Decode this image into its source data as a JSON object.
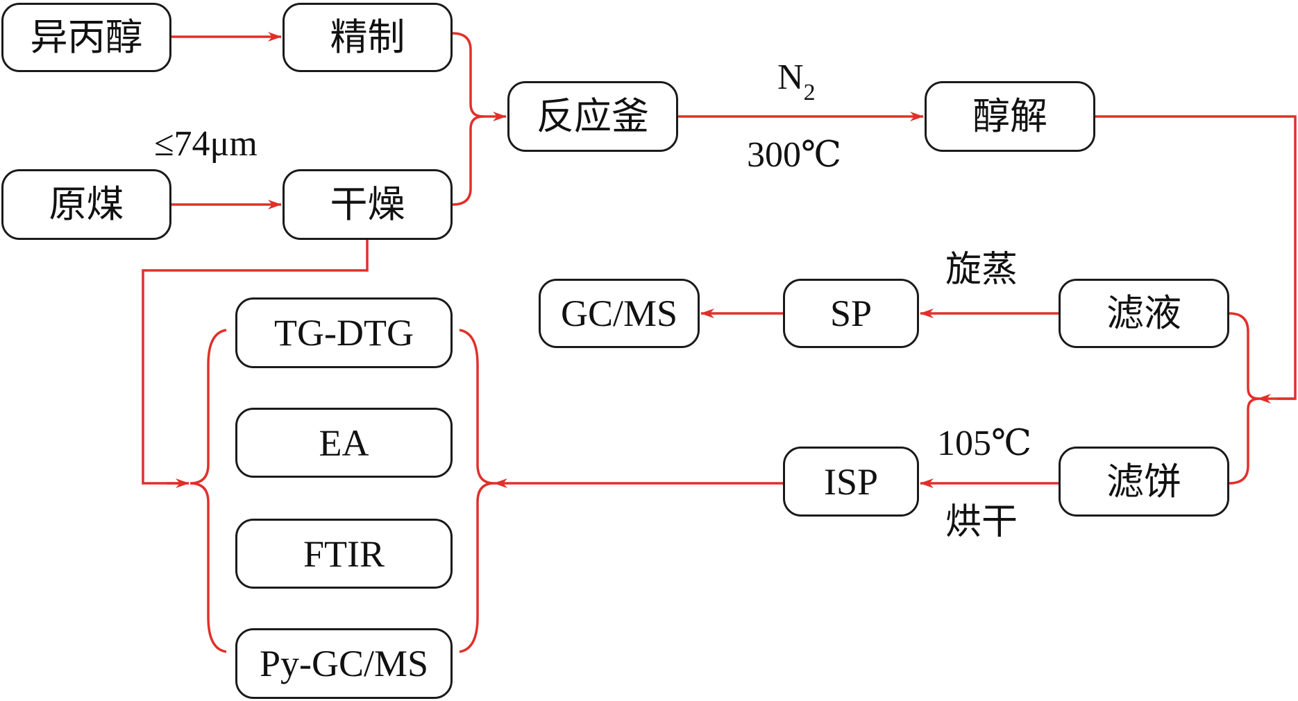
{
  "diagram": {
    "type": "process-flowchart",
    "arrow_color": "#e0302a",
    "box_border_color": "#1a1a1a",
    "nodes": {
      "isopropanol": "异丙醇",
      "refine": "精制",
      "raw_coal": "原煤",
      "dry": "干燥",
      "reactor": "反应釜",
      "alcoholysis": "醇解",
      "filtrate": "滤液",
      "filter_cake": "滤饼",
      "sp": "SP",
      "isp": "ISP",
      "gcms": "GC/MS",
      "tg_dtg": "TG-DTG",
      "ea": "EA",
      "ftir": "FTIR",
      "py_gcms": "Py-GC/MS"
    },
    "labels": {
      "particle_size": "≤74μm",
      "gas_main": "N",
      "gas_sub": "2",
      "reaction_temp": "300℃",
      "rotary_evap": "旋蒸",
      "dry_temp": "105℃",
      "oven_dry": "烘干"
    },
    "edges": [
      {
        "from": "异丙醇",
        "to": "精制"
      },
      {
        "from": "原煤",
        "to": "干燥",
        "label": "≤74μm"
      },
      {
        "from": "精制",
        "to": "反应釜"
      },
      {
        "from": "干燥",
        "to": "反应釜"
      },
      {
        "from": "反应釜",
        "to": "醇解",
        "label": "N2, 300℃"
      },
      {
        "from": "醇解",
        "to": "滤液/滤饼"
      },
      {
        "from": "滤液",
        "to": "SP",
        "label": "旋蒸"
      },
      {
        "from": "SP",
        "to": "GC/MS"
      },
      {
        "from": "滤饼",
        "to": "ISP",
        "label": "105℃ 烘干"
      },
      {
        "from": "ISP",
        "to": "TG-DTG/EA/FTIR/Py-GC/MS"
      },
      {
        "from": "干燥",
        "to": "TG-DTG/EA/FTIR/Py-GC/MS"
      }
    ]
  }
}
